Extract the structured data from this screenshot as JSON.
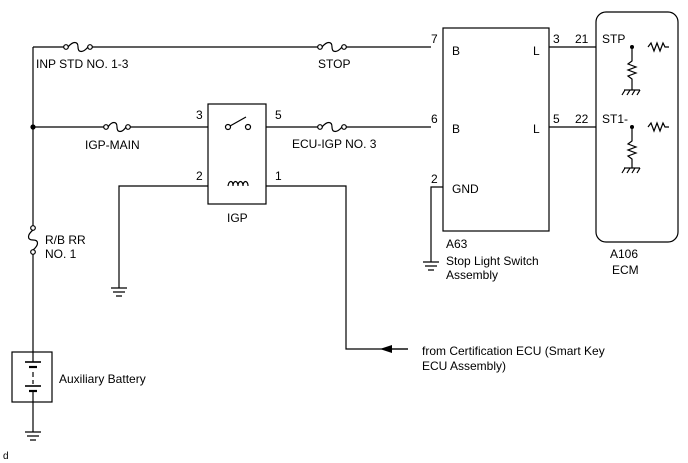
{
  "fuses": {
    "inp_std": "INP STD NO. 1-3",
    "stop": "STOP",
    "igp_main": "IGP-MAIN",
    "ecu_igp": "ECU-IGP NO. 3",
    "rb_rr_line1": "R/B RR",
    "rb_rr_line2": "NO. 1"
  },
  "relay": {
    "name": "IGP",
    "pin_3": "3",
    "pin_5": "5",
    "pin_2": "2",
    "pin_1": "1"
  },
  "switch": {
    "code": "A63",
    "name_line1": "Stop Light Switch",
    "name_line2": "Assembly",
    "pin_7": "7",
    "pin_6": "6",
    "pin_2": "2",
    "pin_3": "3",
    "pin_5": "5",
    "label_b_top": "B",
    "label_b_mid": "B",
    "label_l_top": "L",
    "label_l_mid": "L",
    "label_gnd": "GND"
  },
  "ecm": {
    "code": "A106",
    "name": "ECM",
    "pin_21": "21",
    "pin_22": "22",
    "signal_stp": "STP",
    "signal_st1": "ST1-"
  },
  "battery": {
    "label": "Auxiliary Battery"
  },
  "source_note": {
    "line1": "from Certification ECU (Smart Key",
    "line2": "ECU Assembly)"
  },
  "corner_mark": "d"
}
